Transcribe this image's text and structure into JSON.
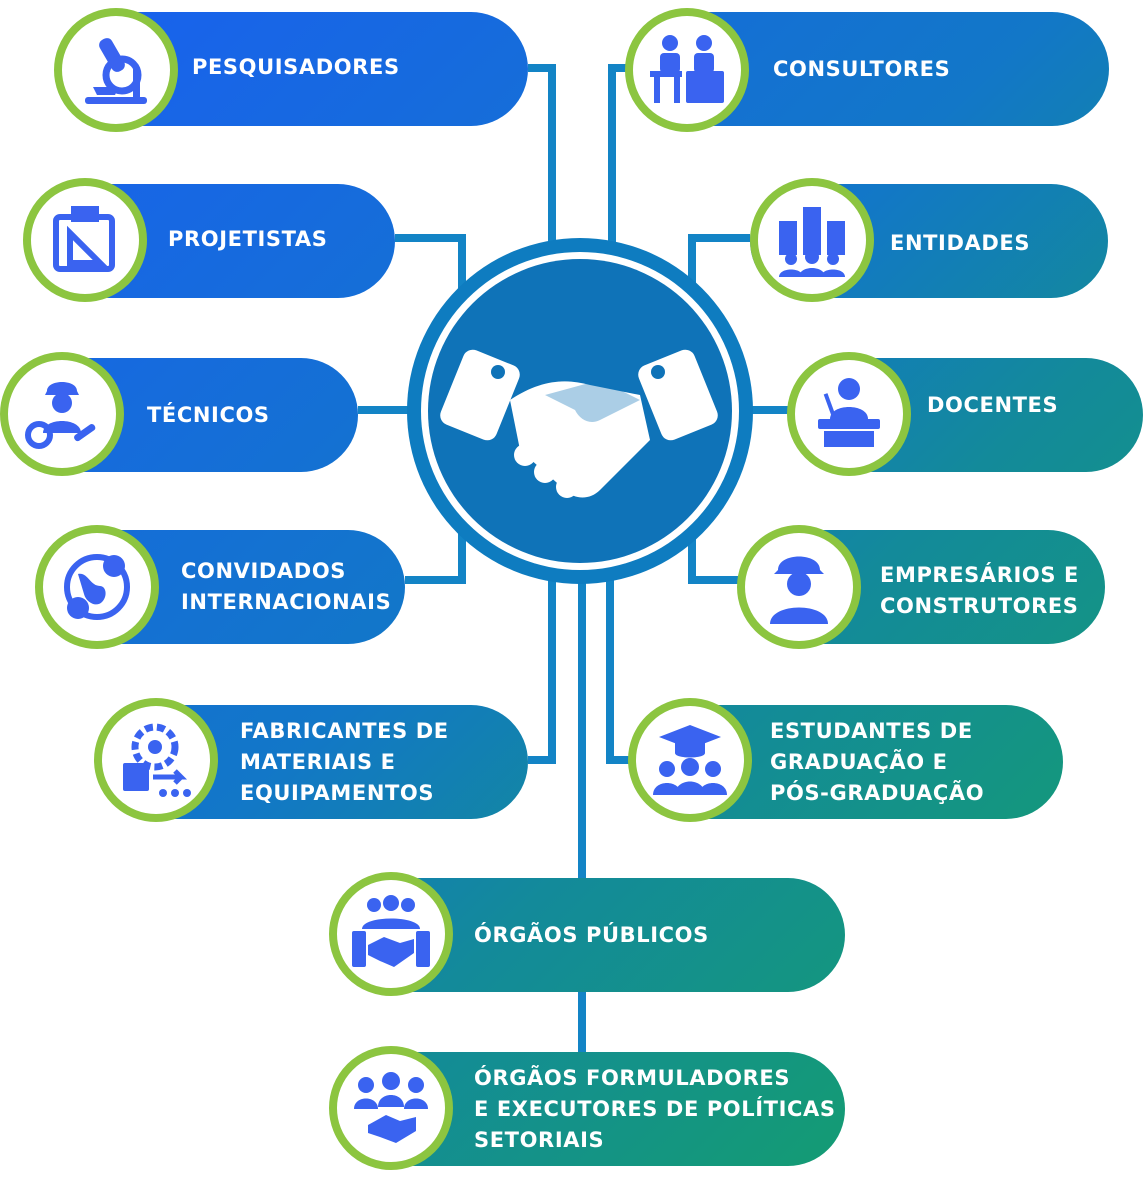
{
  "colors": {
    "ring": "#8cc540",
    "icon": "#3a63f0",
    "connector": "#1384c6",
    "hub": "#0f73b8",
    "left_pill": "#1a5ff2",
    "right_pill": "#15a567"
  },
  "hub": {
    "icon": "handshake-icon"
  },
  "nodes": [
    {
      "id": "pesquisadores",
      "label": "PESQUISADORES",
      "icon": "microscope-icon"
    },
    {
      "id": "consultores",
      "label": "CONSULTORES",
      "icon": "consultation-desk-icon"
    },
    {
      "id": "projetistas",
      "label": "PROJETISTAS",
      "icon": "blueprint-icon"
    },
    {
      "id": "entidades",
      "label": "ENTIDADES",
      "icon": "buildings-people-icon"
    },
    {
      "id": "tecnicos",
      "label": "TÉCNICOS",
      "icon": "technician-tools-icon"
    },
    {
      "id": "docentes",
      "label": "DOCENTES",
      "icon": "teacher-lectern-icon"
    },
    {
      "id": "convidados",
      "label": "CONVIDADOS\nINTERNACIONAIS",
      "icon": "globe-people-icon"
    },
    {
      "id": "empresarios",
      "label": "EMPRESÁRIOS E\nCONSTRUTORES",
      "icon": "builder-helmet-icon"
    },
    {
      "id": "fabricantes",
      "label": "FABRICANTES DE\nMATERIAIS E\nEQUIPAMENTOS",
      "icon": "factory-gear-icon"
    },
    {
      "id": "estudantes",
      "label": "ESTUDANTES DE\nGRADUAÇÃO  E\nPÓS-GRADUAÇÃO",
      "icon": "graduation-group-icon"
    },
    {
      "id": "orgaos-publicos",
      "label": "ÓRGÃOS PÚBLICOS",
      "icon": "public-agency-handshake-icon"
    },
    {
      "id": "orgaos-formuladores",
      "label": "ÓRGÃOS FORMULADORES\nE EXECUTORES DE POLÍTICAS\nSETORIAIS",
      "icon": "policy-makers-icon"
    }
  ]
}
